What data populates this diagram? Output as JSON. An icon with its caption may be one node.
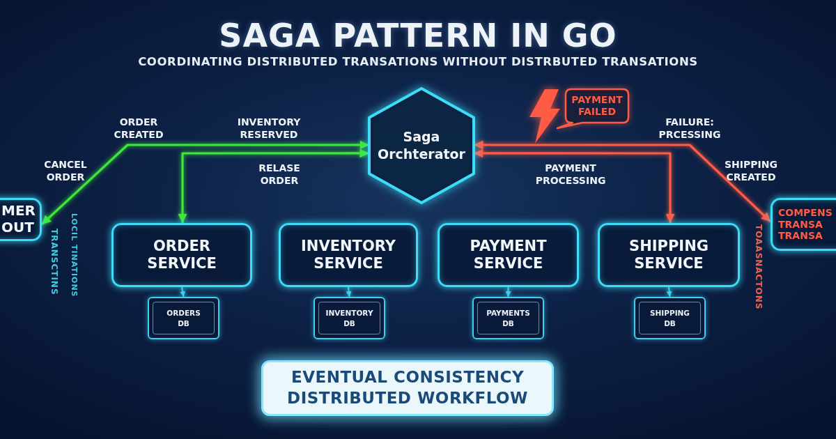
{
  "diagram": {
    "title": "SAGA PATTERN IN GO",
    "nodes": [
      {
        "text": [
          "MER OUT"
        ]
      },
      {
        "text": [
          "Saga Orchterator"
        ]
      },
      {
        "text": [
          "ORDER SERVICE"
        ]
      },
      {
        "text": [
          "INVENTORY SERVICE"
        ]
      },
      {
        "text": [
          "PAYMENT SERVICE"
        ]
      },
      {
        "text": [
          "SHIPPING SERVICE"
        ]
      },
      {
        "text": [
          "ORDERS DB"
        ]
      },
      {
        "text": [
          "INVENTORY DB"
        ]
      },
      {
        "text": [
          "PAYMENTS DB"
        ]
      },
      {
        "text": [
          "SHIPPING DB"
        ]
      },
      {
        "text": [
          "COMPENS TRANSA TRANSA"
        ]
      },
      {
        "text": [
          "PAYMENT FAILED"
        ]
      },
      {
        "text": [
          "EVENTUAL CONSISTENCY DISTRIBUTED WORKFLOW"
        ]
      }
    ],
    "edges": [
      {
        "from": 0,
        "to": 1,
        "arrow": "both",
        "label": "ORDER CREATED",
        "color": "#3ee83a"
      },
      {
        "from": 2,
        "to": 1,
        "arrow": "both",
        "label": "RELASE ORDER",
        "color": "#3ee83a"
      },
      {
        "from": 1,
        "to": 10,
        "arrow": "both",
        "label": "FAILURE: PRCESSING",
        "color": "#ff5b45"
      },
      {
        "from": 1,
        "to": 5,
        "arrow": "both",
        "label": "PAYMENT PROCESSING",
        "color": "#ff5b45"
      },
      {
        "from": 2,
        "to": 6,
        "arrow": "to"
      },
      {
        "from": 3,
        "to": 7,
        "arrow": "to"
      },
      {
        "from": 4,
        "to": 8,
        "arrow": "to"
      },
      {
        "from": 5,
        "to": 9,
        "arrow": "to"
      }
    ],
    "labels": [
      "COORDINATING DISTRIBUTED TRANSATIONS WITHOUT DISTRBUTED TRANSATIONS",
      "INVENTORY RESERVED",
      "CANCEL ORDER",
      "SHIPPING CREATED",
      "LOCIL TINATIONS",
      "TRANSCTINS",
      "TOAASNACTONS"
    ]
  }
}
